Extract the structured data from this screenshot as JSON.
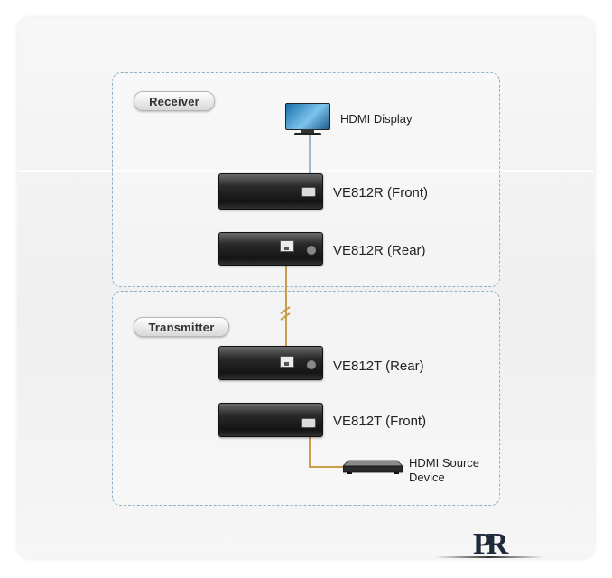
{
  "groups": {
    "receiver": {
      "label": "Receiver"
    },
    "transmitter": {
      "label": "Transmitter"
    }
  },
  "devices": {
    "display": {
      "label": "HDMI Display"
    },
    "receiver_front": {
      "label": "VE812R (Front)"
    },
    "receiver_rear": {
      "label": "VE812R (Rear)"
    },
    "transmitter_rear": {
      "label": "VE812T (Rear)"
    },
    "transmitter_front": {
      "label": "VE812T (Front)"
    },
    "source": {
      "label_line1": "HDMI Source",
      "label_line2": "Device"
    }
  },
  "logo": {
    "text": "PR"
  },
  "colors": {
    "group_border": "#8fb0c4",
    "hdmi_cable": "#c8a04a",
    "display_cable": "#9fb7c9",
    "cat_cable": "#c8a04a"
  },
  "icons": [
    "monitor-icon",
    "hdmi-port-icon",
    "rj45-port-icon",
    "power-port-icon",
    "source-device-icon",
    "cable-break-icon"
  ]
}
